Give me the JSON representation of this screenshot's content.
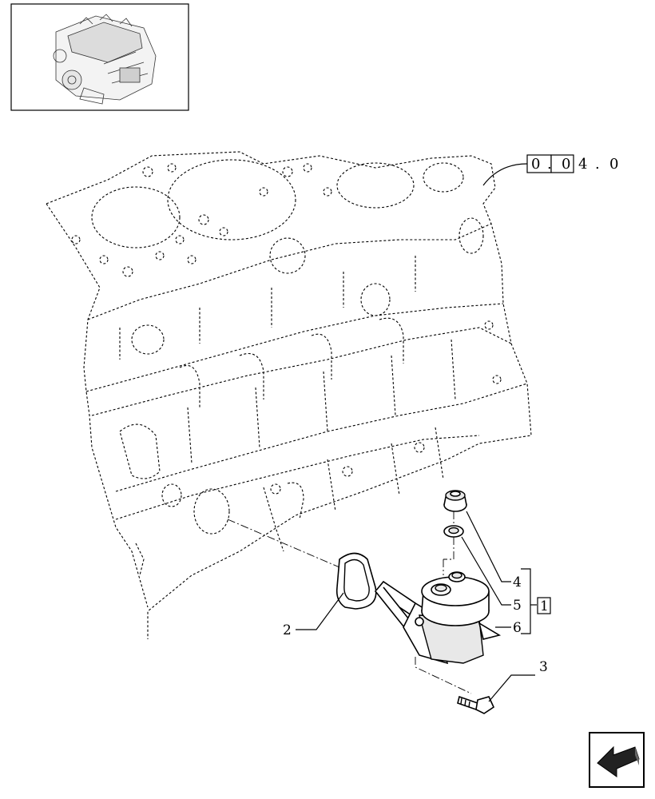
{
  "reference": {
    "boxed_a": "0",
    "sep1": ".",
    "boxed_b": "0",
    "plain_a": "4",
    "sep2": ".",
    "plain_b": "0"
  },
  "callouts": {
    "item_2": "2",
    "item_3": "3",
    "item_4": "4",
    "item_5": "5",
    "item_6": "6",
    "group_box": "1"
  },
  "icons": {
    "thumbnail": "engine-thumbnail-icon",
    "navigation": "next-page-arrow-icon"
  },
  "colors": {
    "line": "#000000",
    "background": "#ffffff",
    "nav_icon_fill": "#222222"
  }
}
